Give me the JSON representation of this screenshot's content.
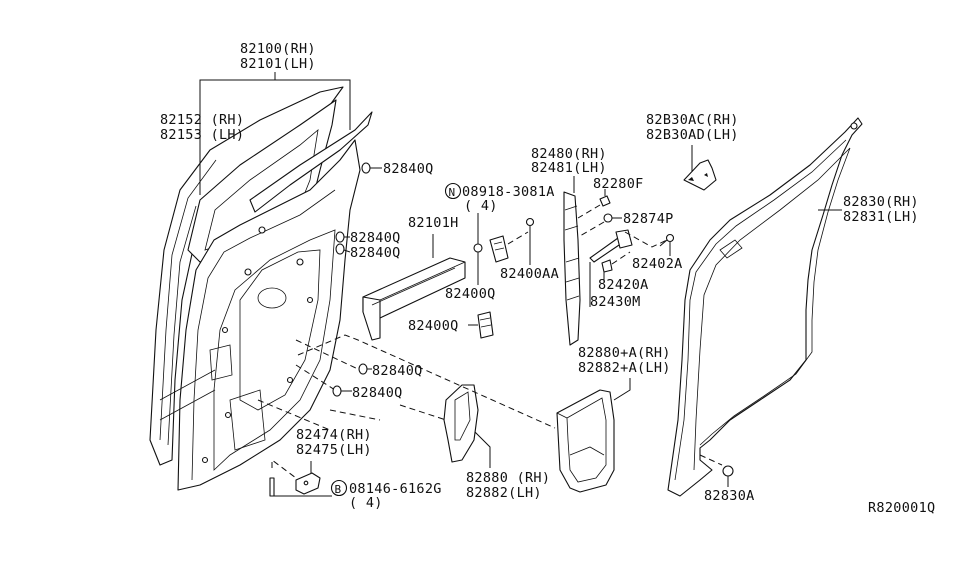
{
  "diagram": {
    "title": "Rear Door Panel & Fitting",
    "reference_code": "R820001Q",
    "callouts": {
      "door_panel": [
        "82100(RH)",
        "82101(LH)"
      ],
      "weatherstrip_inner": [
        "82152 (RH)",
        "82153 (LH)"
      ],
      "plug_1": "82840Q",
      "plug_2": "82840Q",
      "plug_3": "82840Q",
      "plug_4": "82840Q",
      "plug_5": "82840Q",
      "nut": "08918-3081A",
      "nut_qty": "( 4)",
      "nut_symbol": "N",
      "trim_cover": "82101H",
      "bracket_upper": "82400AA",
      "bracket_mid": "82400Q",
      "bracket_lower": "82400Q",
      "hinge": [
        "82480(RH)",
        "82481(LH)"
      ],
      "bolt": "82280F",
      "bushing": "82874P",
      "check_bolt": "82402A",
      "check_pin": "82420A",
      "check_link": "82430M",
      "corner_cover": [
        "82B30AC(RH)",
        "82B30AD(LH)"
      ],
      "weatherstrip_outer": [
        "82830(RH)",
        "82831(LH)"
      ],
      "weatherstrip_clip": "82830A",
      "handle_escutcheon": [
        "82880+A(RH)",
        "82882+A(LH)"
      ],
      "inside_handle": [
        "82880 (RH)",
        "82882(LH)"
      ],
      "striker_plate": [
        "82474(RH)",
        "82475(LH)"
      ],
      "screw": "08146-6162G",
      "screw_qty": "( 4)",
      "screw_symbol": "B"
    }
  }
}
